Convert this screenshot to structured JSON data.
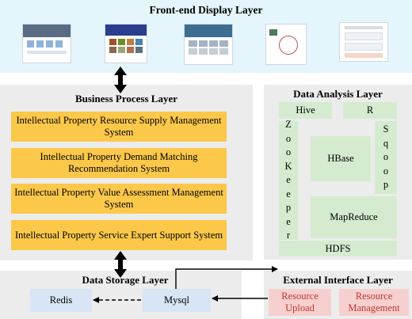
{
  "frontend": {
    "title": "Front-end Display Layer"
  },
  "business": {
    "title": "Business Process Layer",
    "systems": [
      "Intellectual Property Resource Supply Management System",
      "Intellectual Property Demand Matching Recommendation System",
      "Intellectual Property Value Assessment Management System",
      "Intellectual Property Service Expert Support System"
    ]
  },
  "analysis": {
    "title": "Data Analysis Layer",
    "hive": "Hive",
    "r": "R",
    "zookeeper": [
      "Z",
      "o",
      "o",
      "K",
      "e",
      "e",
      "p",
      "e",
      "r"
    ],
    "hbase": "HBase",
    "sqoop": [
      "S",
      "q",
      "o",
      "o",
      "p"
    ],
    "mapreduce": "MapReduce",
    "hdfs": "HDFS"
  },
  "storage": {
    "title": "Data Storage Layer",
    "redis": "Redis",
    "mysql": "Mysql"
  },
  "external": {
    "title": "External Interface Layer",
    "upload_line1": "Resource",
    "upload_line2": "Upload",
    "mgmt_line1": "Resource",
    "mgmt_line2": "Management"
  },
  "colors": {
    "panel": "#ececec",
    "yellow": "#fbc84a",
    "green": "#d5ebd0",
    "blue": "#d7e5f4",
    "pink": "#f6cfcf",
    "pink_text": "#c0392b",
    "banner": "#e4f5fb"
  }
}
